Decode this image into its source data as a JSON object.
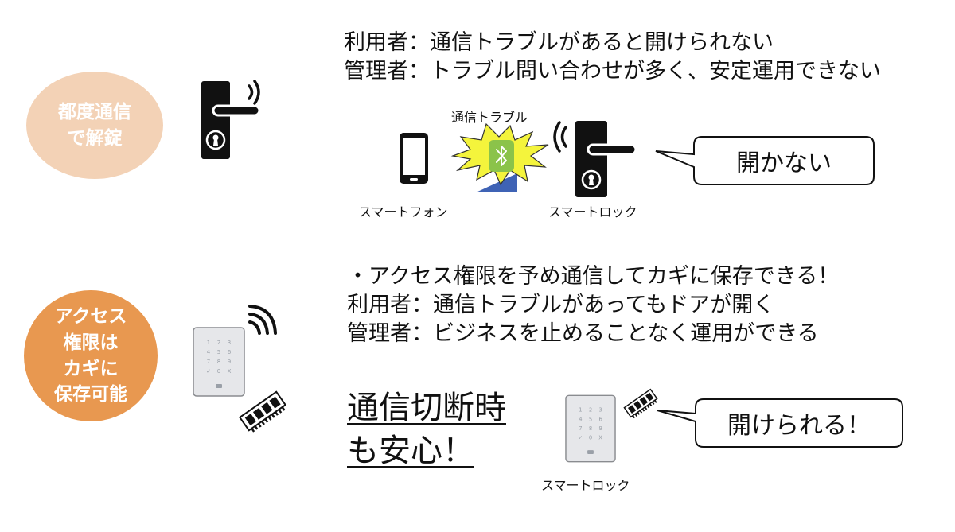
{
  "top_section": {
    "badge_lines": [
      "都度通信",
      "で解錠"
    ],
    "issues": [
      "利用者：通信トラブルがあると開けられない",
      "管理者：トラブル問い合わせが多く、安定運用できない"
    ],
    "trouble_label": "通信トラブル",
    "smartphone_label": "スマートフォン",
    "smartlock_label": "スマートロック",
    "callout": "開かない"
  },
  "bottom_section": {
    "badge_lines": [
      "アクセス",
      "権限は",
      "カギに",
      "保存可能"
    ],
    "benefits": [
      "・アクセス権限を予め通信してカギに保存できる！",
      "利用者：通信トラブルがあってもドアが開く",
      "管理者：ビジネスを止めることなく運用ができる"
    ],
    "emphasis_lines": [
      "通信切断時",
      "も安心！"
    ],
    "smartlock_label": "スマートロック",
    "callout": "開けられる！"
  },
  "keypad_keys": [
    "1",
    "2",
    "3",
    "4",
    "5",
    "6",
    "7",
    "8",
    "9",
    "✓",
    "0",
    "X"
  ],
  "colors": {
    "badge_light": "#f3d2b6",
    "badge_dark": "#e89850",
    "burst": "#f4f43c",
    "bluetooth": "#8bc34a",
    "signal_arrow": "#3f63b5"
  }
}
